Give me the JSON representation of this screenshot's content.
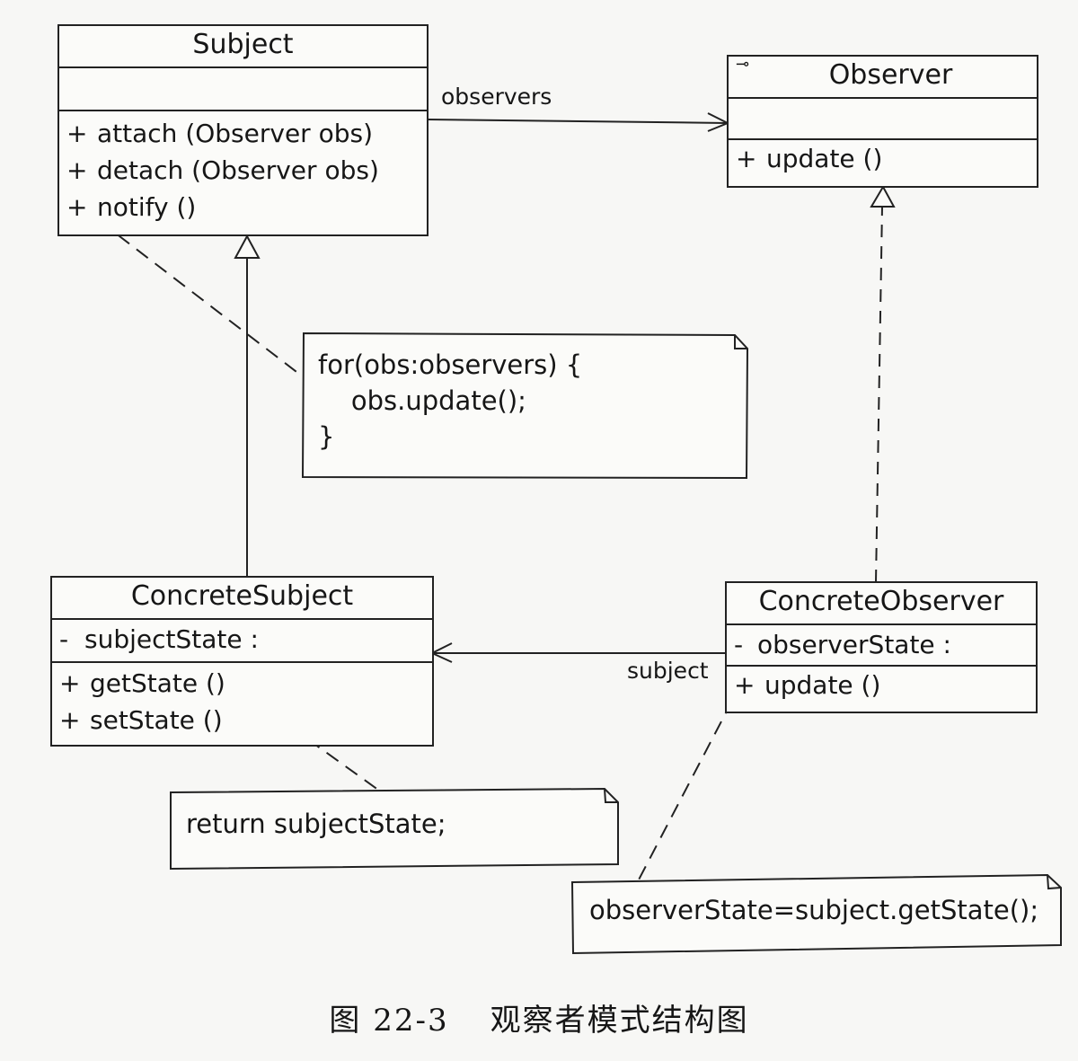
{
  "subject": {
    "name": "Subject",
    "attributes": [],
    "operations": [
      {
        "visibility": "+",
        "signature": "attach (Observer obs)"
      },
      {
        "visibility": "+",
        "signature": "detach (Observer obs)"
      },
      {
        "visibility": "+",
        "signature": "notify ()"
      }
    ]
  },
  "observer": {
    "name": "Observer",
    "icon": "interface-icon",
    "operations": [
      {
        "visibility": "+",
        "signature": "update ()"
      }
    ]
  },
  "concrete_subject": {
    "name": "ConcreteSubject",
    "attributes": [
      {
        "visibility": "-",
        "signature": "subjectState  :"
      }
    ],
    "operations": [
      {
        "visibility": "+",
        "signature": "getState ()"
      },
      {
        "visibility": "+",
        "signature": "setState ()"
      }
    ]
  },
  "concrete_observer": {
    "name": "ConcreteObserver",
    "attributes": [
      {
        "visibility": "-",
        "signature": "observerState  :"
      }
    ],
    "operations": [
      {
        "visibility": "+",
        "signature": "update ()"
      }
    ]
  },
  "associations": {
    "observers_label": "observers",
    "subject_label": "subject"
  },
  "notes": {
    "notify_note": "for(obs:observers) {\n    obs.update();\n}",
    "getstate_note": "return subjectState;",
    "update_note": "observerState=subject.getState();"
  },
  "caption": {
    "figure_number": "图 22-3",
    "title": "观察者模式结构图"
  },
  "colors": {
    "line": "#222222",
    "background": "#f7f7f5"
  }
}
